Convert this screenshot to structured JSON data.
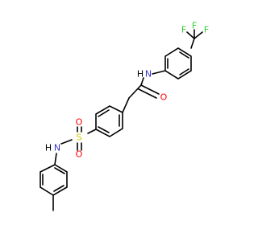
{
  "molecule": {
    "atoms": {
      "f1": {
        "symbol": "F"
      },
      "f2": {
        "symbol": "F"
      },
      "f3": {
        "symbol": "F"
      },
      "n_amide": {
        "symbol": "N",
        "h": "H"
      },
      "o_carbonyl": {
        "symbol": "O"
      },
      "s": {
        "symbol": "S"
      },
      "o_s1": {
        "symbol": "O"
      },
      "o_s2": {
        "symbol": "O"
      },
      "n_sulfonamide": {
        "symbol": "N",
        "h": "H"
      }
    },
    "colors": {
      "carbon": "#000000",
      "fluorine": "#33cc33",
      "nitrogen": "#3333cc",
      "oxygen": "#ff0000",
      "sulfur": "#cccc00",
      "hydrogen": "#000000"
    }
  }
}
